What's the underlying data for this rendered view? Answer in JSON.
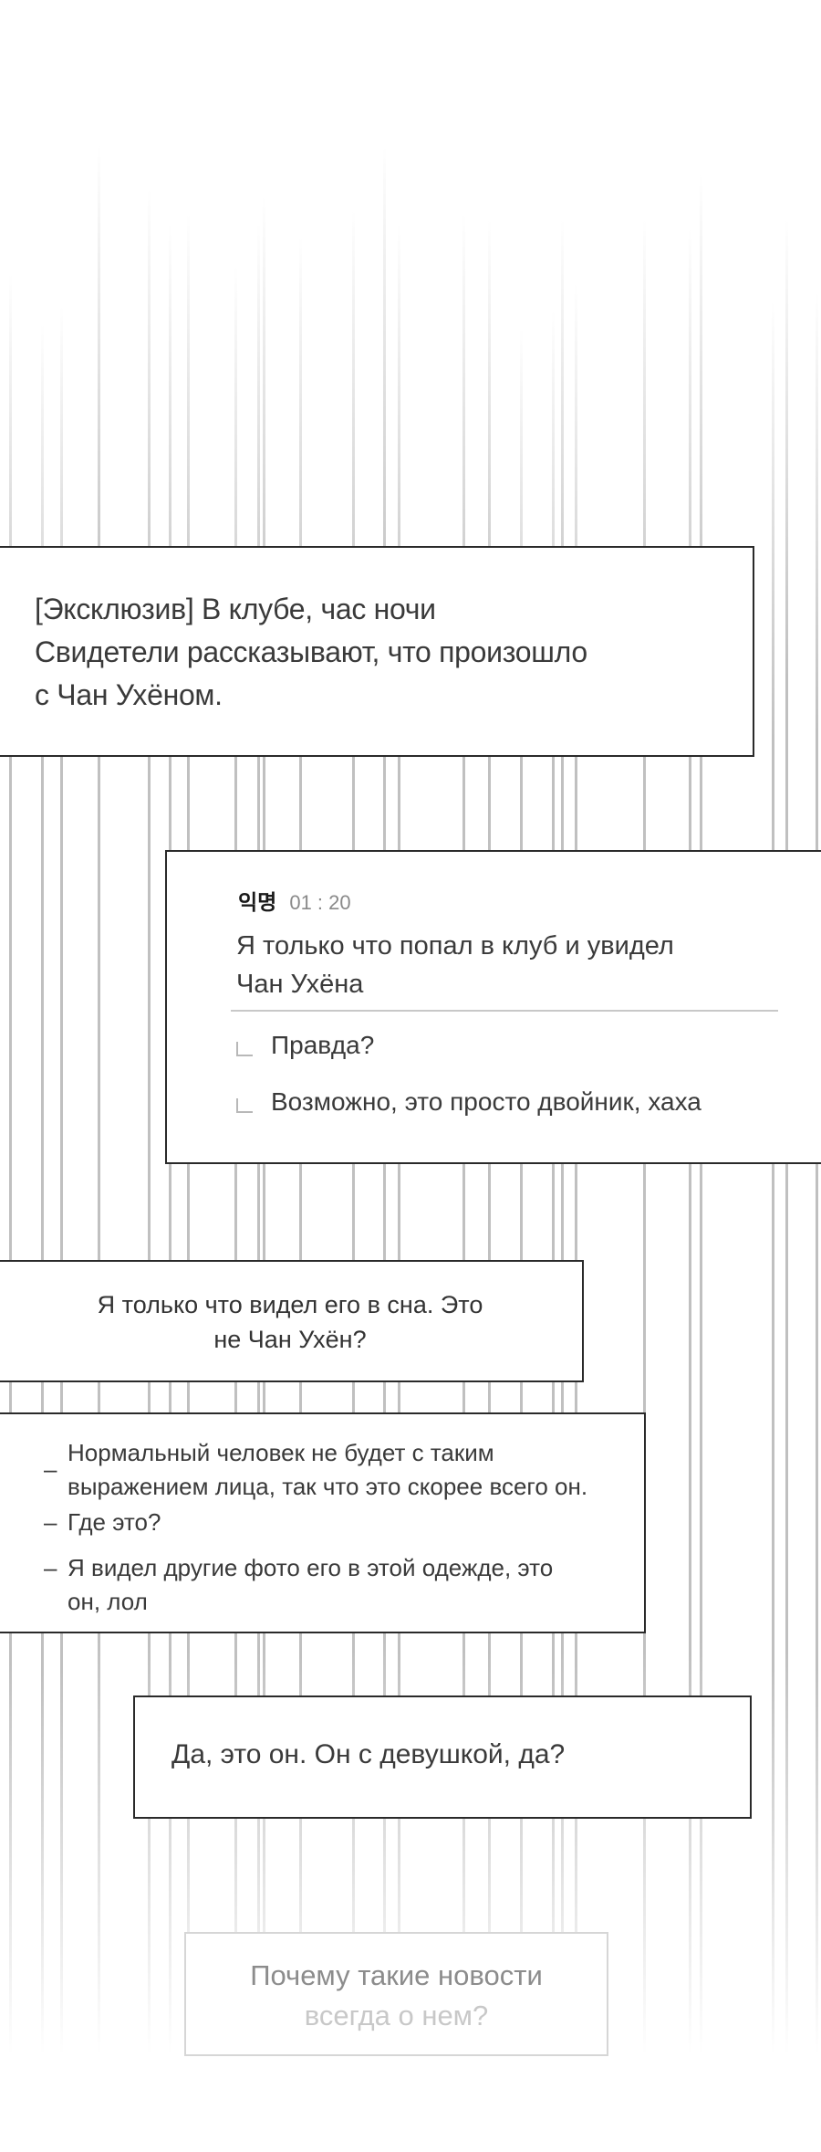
{
  "panels": {
    "news_headline": {
      "lines": [
        "[Эксклюзив] В клубе, час ночи",
        "Свидетели рассказывают, что произошло",
        "с Чан Ухёном."
      ]
    },
    "comment_post": {
      "author": "익명",
      "time": "01 : 20",
      "text_lines": [
        "Я только что попал в клуб и увидел",
        "Чан Ухёна"
      ],
      "replies": [
        "Правда?",
        "Возможно, это просто двойник, хаха"
      ],
      "reply_icon": "reply-corner-icon"
    },
    "comment_dream": {
      "lines": [
        "Я только что видел его в сна. Это",
        "не Чан Ухён?"
      ]
    },
    "comment_list": {
      "items": [
        {
          "dash": "–",
          "lines": [
            "Нормальный человек не будет с таким",
            "выражением лица, так что это скорее всего он."
          ]
        },
        {
          "dash": "–",
          "lines": [
            "Где это?"
          ]
        },
        {
          "dash": "–",
          "lines": [
            "Я видел другие фото его в этой одежде, это",
            "он, лол"
          ]
        }
      ]
    },
    "comment_girlfriend": {
      "text": "Да, это он. Он с девушкой, да?"
    },
    "comment_why": {
      "lines": [
        "Почему такие новости",
        "всегда о нем?"
      ]
    }
  },
  "colors": {
    "border": "#2a2a2a",
    "lines": "#c0c0c0",
    "text": "#3a3a3a",
    "time": "#8a8a8a"
  }
}
